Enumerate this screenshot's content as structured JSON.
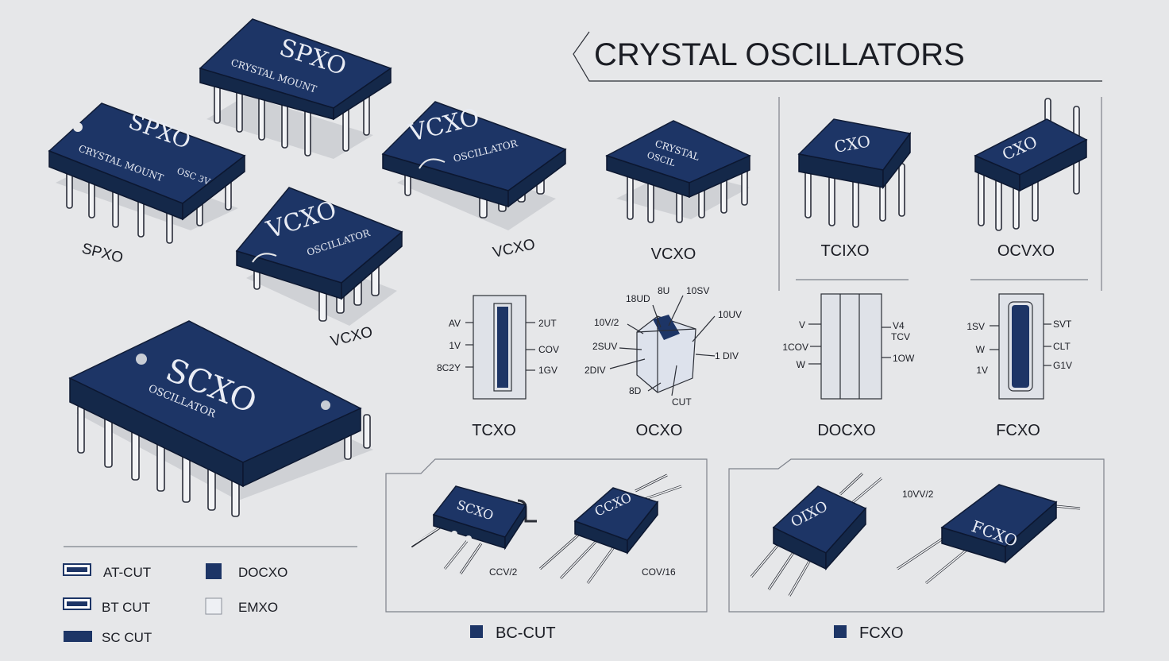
{
  "title": "CRYSTAL OSCILLATORS",
  "chips": {
    "spxo_big": {
      "marking": "SPXO",
      "sub": "CRYSTAL MOUNT"
    },
    "spxo_small": {
      "marking": "SPXO",
      "sub": "CRYSTAL MOUNT",
      "sub2": "OSC 3V",
      "caption": "SPXO"
    },
    "vcxo_a": {
      "marking": "VCXO",
      "sub": "OSCILLATOR",
      "caption": "VCXO"
    },
    "vcxo_b": {
      "marking": "VCXO",
      "sub": "OSCILLATOR",
      "caption": "VCXO"
    },
    "vcxo_c": {
      "marking": "CRYSTAL",
      "sub": "OSCIL",
      "caption": "VCXO"
    },
    "tcxo": {
      "marking": "CXO",
      "caption": "TCIXO"
    },
    "ocvxo": {
      "marking": "CXO",
      "caption": "OCVXO"
    },
    "scxo": {
      "marking": "SCXO",
      "sub": "OSCILLATOR"
    }
  },
  "diagrams": {
    "tcxo": {
      "caption": "TCXO",
      "left": [
        "AV",
        "1V",
        "8C2Y"
      ],
      "right": [
        "2UT",
        "COV",
        "1GV"
      ]
    },
    "ocxo": {
      "caption": "OCXO",
      "labels": [
        "18UD",
        "8U",
        "10SV",
        "10V/2",
        "10UV",
        "2SUV",
        "1 DIV",
        "2DIV",
        "8D",
        "CUT"
      ]
    },
    "docxo": {
      "caption": "DOCXO",
      "left": [
        "V",
        "1COV",
        "W"
      ],
      "right": [
        "V4",
        "TCV",
        "1OW"
      ]
    },
    "fcxo": {
      "caption": "FCXO",
      "left": [
        "1SV",
        "W",
        "1V"
      ],
      "right": [
        "SVT",
        "CLT",
        "G1V"
      ]
    }
  },
  "legend": [
    {
      "label": "AT-CUT",
      "style": "outline"
    },
    {
      "label": "BT CUT",
      "style": "outline"
    },
    {
      "label": "SC CUT",
      "style": "solid-wide"
    },
    {
      "label": "DOCXO",
      "style": "solid"
    },
    {
      "label": "EMXO",
      "style": "empty"
    }
  ],
  "bottom_panels": {
    "left": {
      "chip1": "SCXO",
      "chip2": "CCXO",
      "note1": "CCV/2",
      "note2": "COV/16",
      "legend": "BC-CUT"
    },
    "right": {
      "chip1": "OIXO",
      "chip2": "FCXO",
      "note": "10VV/2",
      "legend": "FCXO"
    }
  },
  "colors": {
    "chip": "#1d3566",
    "chip_side": "#142849",
    "background": "#e6e7e9",
    "pin": "#f2f3f5"
  }
}
